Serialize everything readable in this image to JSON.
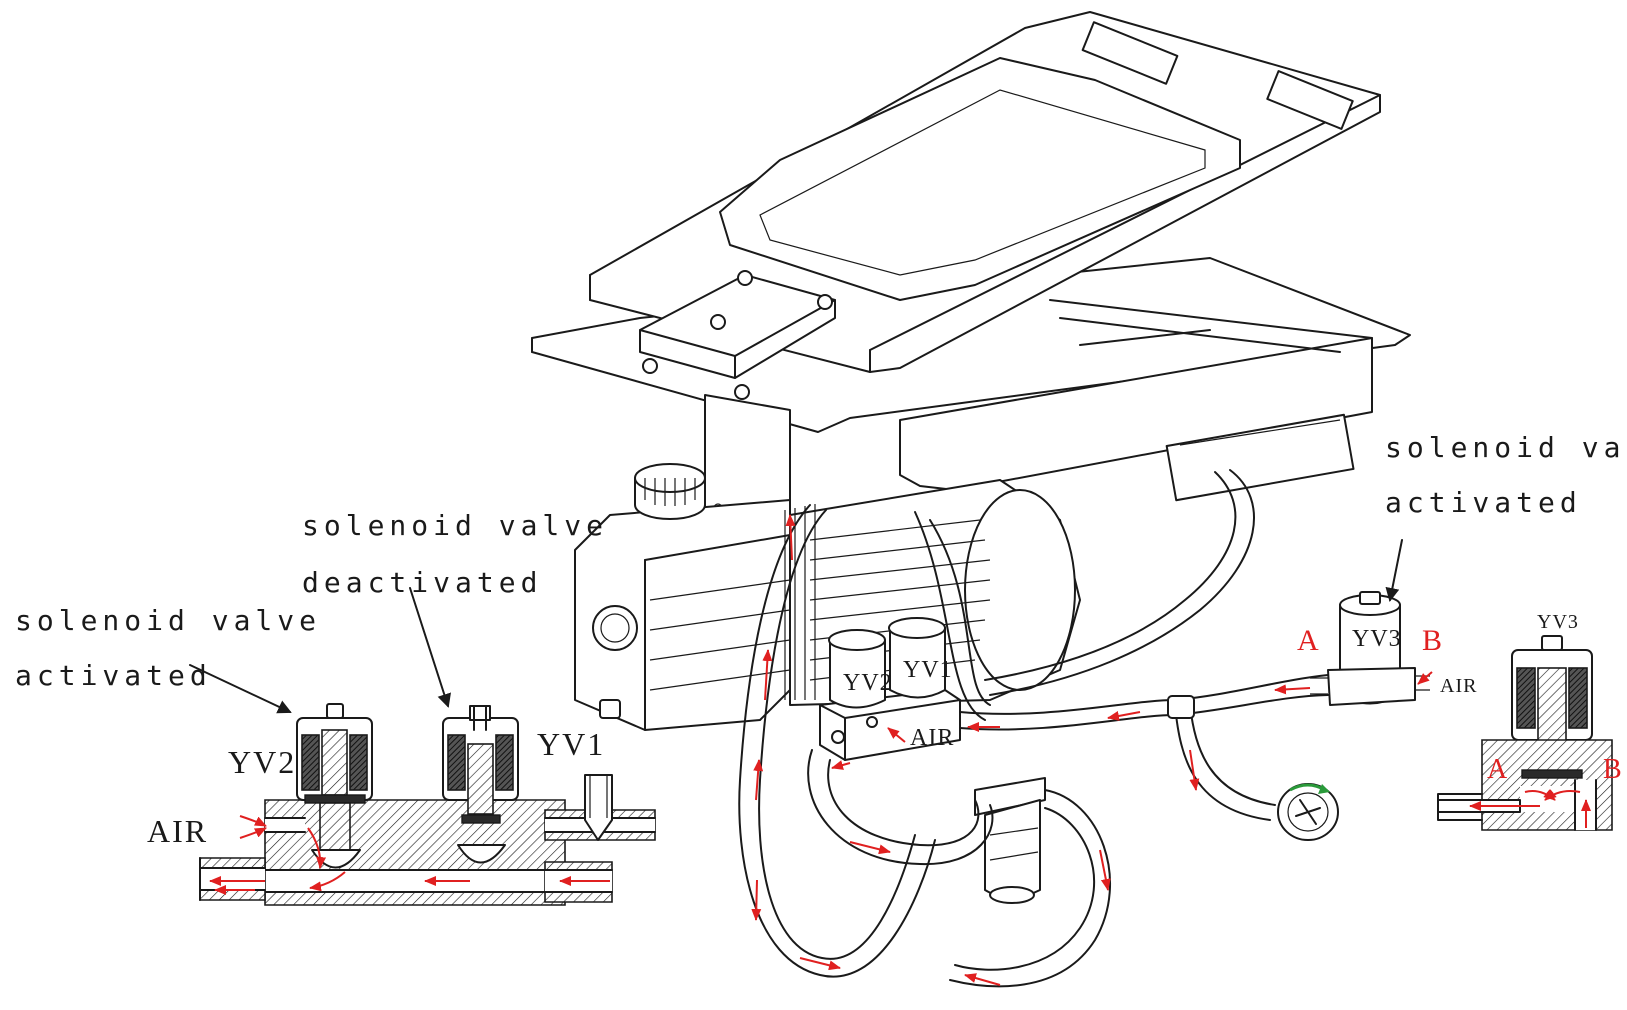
{
  "labels": {
    "left_activated_line1": "solenoid valve",
    "left_activated_line2": "activated",
    "left_deactivated_line1": "solenoid valve",
    "left_deactivated_line2": "deactivated",
    "right_activated_line1": "solenoid valve",
    "right_activated_line2": "activated",
    "yv2_left": "YV2",
    "yv1_left": "YV1",
    "air_left": "AIR",
    "yv2_center": "YV2",
    "yv1_center": "YV1",
    "air_center": "AIR",
    "yv3_center": "YV3",
    "port_a_center": "A",
    "port_b_center": "B",
    "air_right_center": "AIR",
    "yv3_right": "YV3",
    "port_a_right": "A",
    "port_b_right": "B"
  },
  "colors": {
    "line": "#1a1a1a",
    "flow_arrows": "#e02020",
    "background": "#ffffff"
  }
}
